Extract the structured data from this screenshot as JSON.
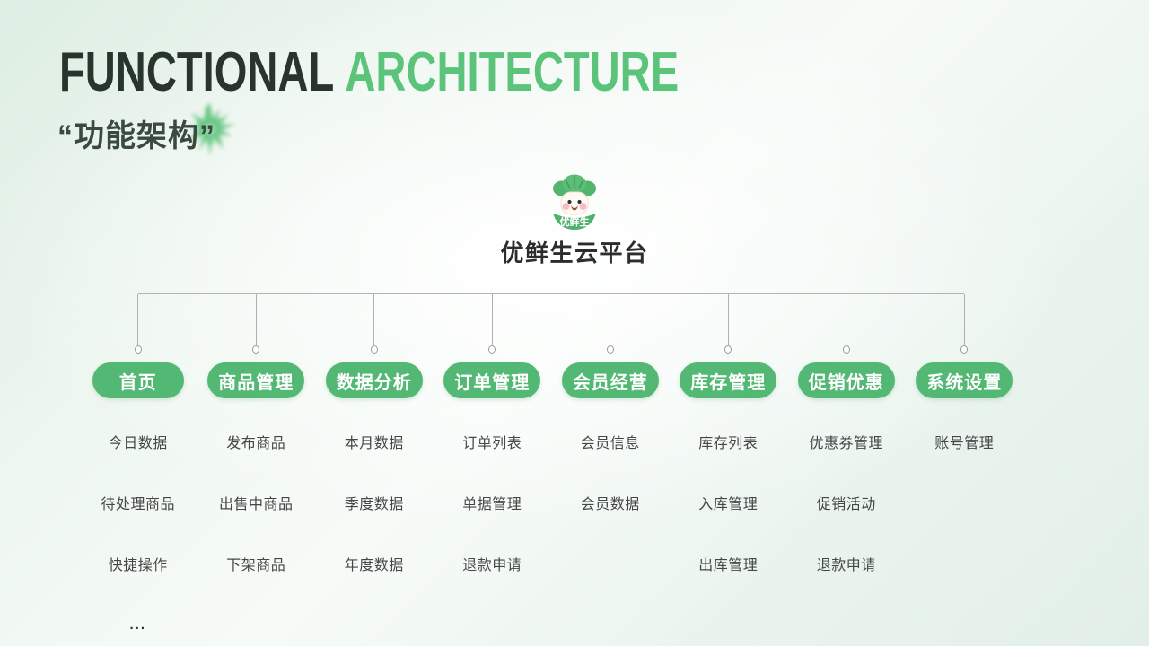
{
  "header": {
    "title_primary": "FUNCTIONAL",
    "title_secondary": "ARCHITECTURE",
    "subtitle": "“功能架构”"
  },
  "platform": {
    "logo_text": "优鲜生",
    "name": "优鲜生云平台"
  },
  "tree": {
    "branches": [
      {
        "label": "首页",
        "items": [
          "今日数据",
          "待处理商品",
          "快捷操作",
          "..."
        ]
      },
      {
        "label": "商品管理",
        "items": [
          "发布商品",
          "出售中商品",
          "下架商品"
        ]
      },
      {
        "label": "数据分析",
        "items": [
          "本月数据",
          "季度数据",
          "年度数据"
        ]
      },
      {
        "label": "订单管理",
        "items": [
          "订单列表",
          "单据管理",
          "退款申请"
        ]
      },
      {
        "label": "会员经营",
        "items": [
          "会员信息",
          "会员数据"
        ]
      },
      {
        "label": "库存管理",
        "items": [
          "库存列表",
          "入库管理",
          "出库管理"
        ]
      },
      {
        "label": "促销优惠",
        "items": [
          "优惠券管理",
          "促销活动",
          "退款申请"
        ]
      },
      {
        "label": "系统设置",
        "items": [
          "账号管理"
        ]
      }
    ]
  },
  "colors": {
    "accent_green": "#53b873",
    "title_green": "#5bc47a",
    "title_dark": "#29352c",
    "subtitle_dark": "#3a4a40",
    "line_gray": "#b4b4b4",
    "item_text": "#464646",
    "background_mint": "#e2efe8"
  }
}
